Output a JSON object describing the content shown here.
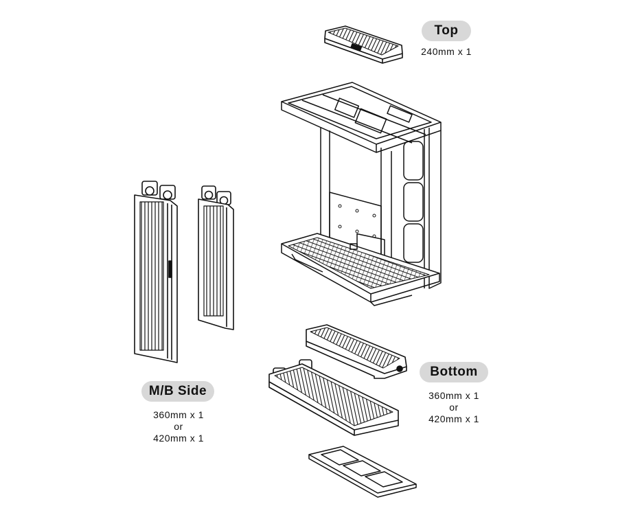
{
  "labels": {
    "top": {
      "title": "Top",
      "specs": [
        "240mm x 1"
      ]
    },
    "mb_side": {
      "title": "M/B Side",
      "specs": [
        "360mm x 1",
        "or",
        "420mm x 1"
      ]
    },
    "bottom": {
      "title": "Bottom",
      "specs": [
        "360mm x 1",
        "or",
        "420mm x 1"
      ]
    }
  },
  "colors": {
    "line": "#111111",
    "pill": "#d8d8d8",
    "fill_dark": "#222222"
  }
}
